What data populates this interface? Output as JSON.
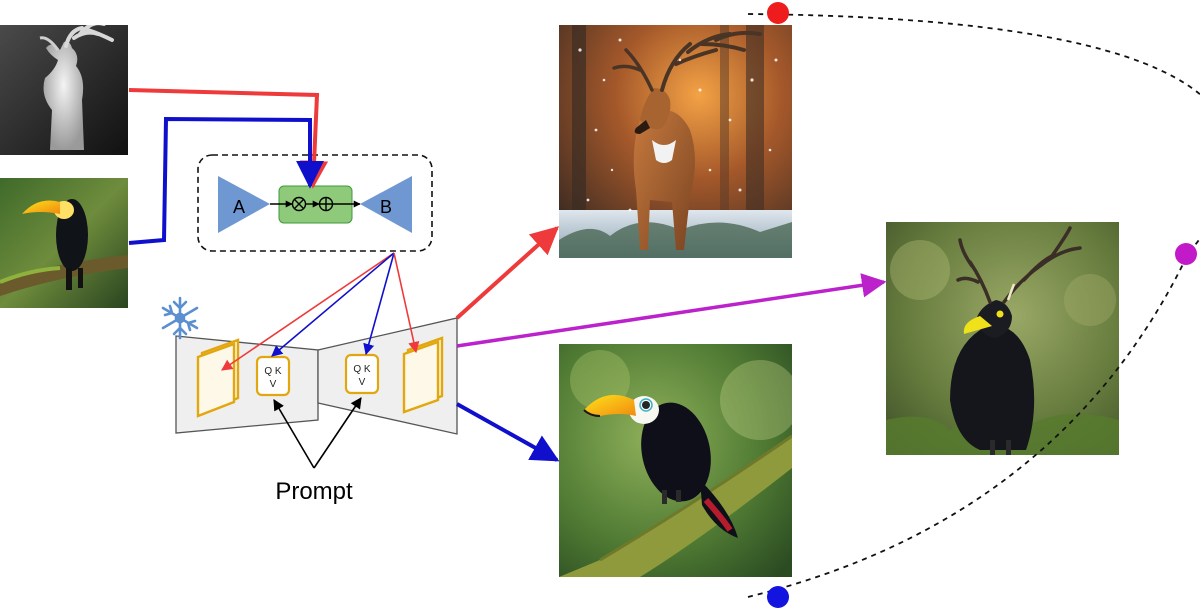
{
  "adapter": {
    "input_label": "A",
    "output_label": "B"
  },
  "unet": {
    "qkv_top": "Q K",
    "qkv_bottom": "V"
  },
  "prompt_label": "Prompt",
  "images": [
    "deer depth map",
    "toucan photo",
    "deer in snowy forest",
    "toucan on branch",
    "antlered toucan hybrid"
  ],
  "colors": {
    "deer_path": "#ee3a3a",
    "toucan_path": "#1010cc",
    "mix_path": "#bb22cc",
    "adapter_fill": "#8eca7a",
    "adapter_border": "#3f9a3a",
    "triangle_fill": "#6f97d2",
    "feature_map": "#e2a70f",
    "unet_fill": "#efefef"
  },
  "icons": [
    "snowflake-icon",
    "multiply-icon",
    "add-icon"
  ]
}
